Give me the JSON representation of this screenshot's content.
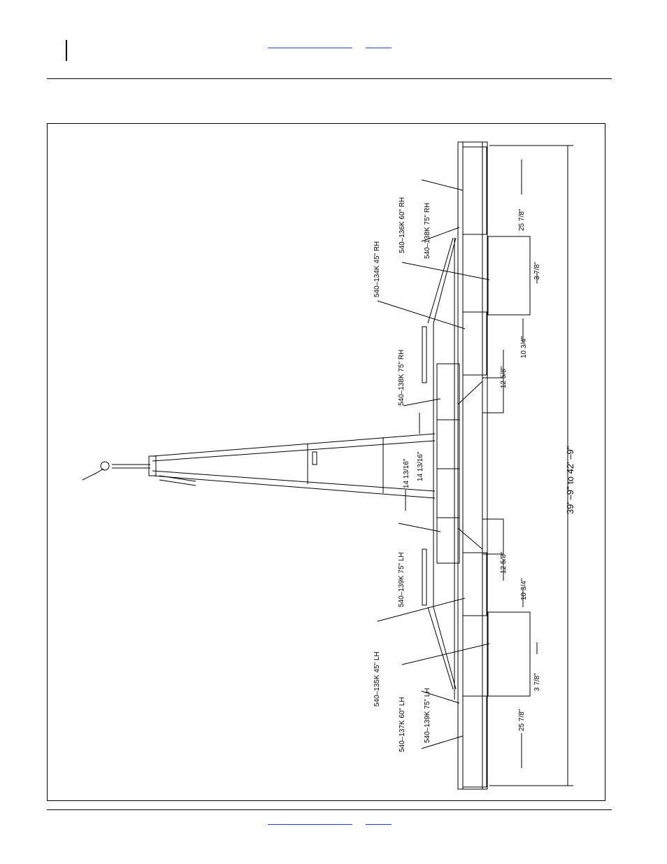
{
  "labels": {
    "rh_60": "540–136K 60\" RH",
    "rh_75_outer": "540–138K 75\" RH",
    "rh_45": "540–134K 45\" RH",
    "rh_75_inner": "540–138K 75\" RH",
    "lh_75_inner": "540–139K 75\" LH",
    "lh_45": "540–135K 45\" LH",
    "lh_60": "540–137K 60\" LH",
    "lh_75_outer": "540–139K 75\" LH"
  },
  "dimensions": {
    "top_25_7_8": "25 7/8\"",
    "top_3_7_8": "3 7/8\"",
    "top_10_3_4": "10 3/4\"",
    "top_12_5_8": "12 5/8\"",
    "center_14_13_16_a": "14 13/16\"",
    "center_14_13_16_b": "14 13/16\"",
    "bot_12_5_8": "12 5/8\"",
    "bot_10_3_4": "10 3/4\"",
    "bot_3_7_8": "3 7/8\"",
    "bot_25_7_8": "25 7/8\"",
    "overall_width": "39' –9\"  to  42' –9\""
  }
}
